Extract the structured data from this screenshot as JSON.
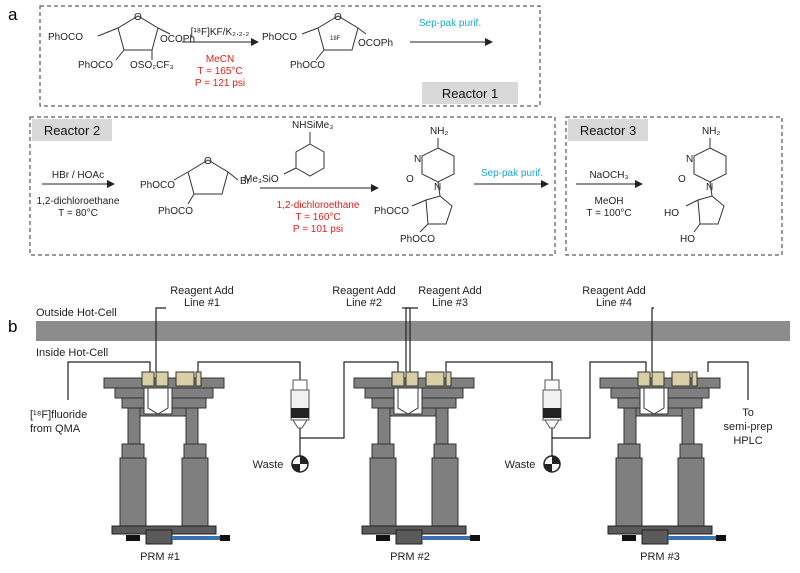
{
  "panels": {
    "a": "a",
    "b": "b"
  },
  "part_a": {
    "reactor_labels": [
      "Reactor 1",
      "Reactor 2",
      "Reactor 3"
    ],
    "r1": {
      "sm_groups": [
        "PhOCO",
        "OCOPh",
        "PhOCO",
        "OSO₂CF₃"
      ],
      "reagent": "[¹⁸F]KF/K₂.₂.₂",
      "solvent": "MeCN",
      "temperature": "T = 165°C",
      "pressure": "P = 121 psi",
      "product_groups": [
        "PhOCO",
        "OCOPh",
        "PhOCO"
      ],
      "purification": "Sep-pak purif."
    },
    "r2": {
      "step1_reagent": "HBr / HOAc",
      "step1_solvent": "1,2-dichloroethane",
      "step1_temperature": "T = 80°C",
      "bromide_groups": [
        "PhOCO",
        "Br",
        "PhOCO"
      ],
      "silyl_groups": [
        "NHSiMe₃",
        "Me₃SiO"
      ],
      "step2_solvent": "1,2-dichloroethane",
      "step2_temperature": "T = 160°C",
      "step2_pressure": "P = 101 psi",
      "nucleoside_groups": [
        "NH₂",
        "N",
        "N",
        "O",
        "PhOCO",
        "PhOCO"
      ],
      "purification": "Sep-pak purif."
    },
    "r3": {
      "reagent": "NaOCH₃",
      "solvent": "MeOH",
      "temperature": "T = 100°C",
      "product_groups": [
        "NH₂",
        "N",
        "N",
        "O",
        "HO",
        "HO"
      ]
    }
  },
  "part_b": {
    "outside_label": "Outside Hot-Cell",
    "inside_label": "Inside Hot-Cell",
    "reagent_lines": [
      {
        "line1": "Reagent Add",
        "line2": "Line #1"
      },
      {
        "line1": "Reagent Add",
        "line2": "Line #2"
      },
      {
        "line1": "Reagent Add",
        "line2": "Line #3"
      },
      {
        "line1": "Reagent Add",
        "line2": "Line #4"
      }
    ],
    "source_label": {
      "line1": "[¹⁸F]fluoride",
      "line2": "from QMA"
    },
    "destination_label": {
      "line1": "To",
      "line2": "semi-prep",
      "line3": "HPLC"
    },
    "waste_label": "Waste",
    "modules": [
      "PRM #1",
      "PRM #2",
      "PRM #3"
    ]
  },
  "colors": {
    "red": "#e0201b",
    "cyan": "#1aa7d6",
    "gray": "#7f7f7f",
    "tan": "#d9cfa4"
  }
}
